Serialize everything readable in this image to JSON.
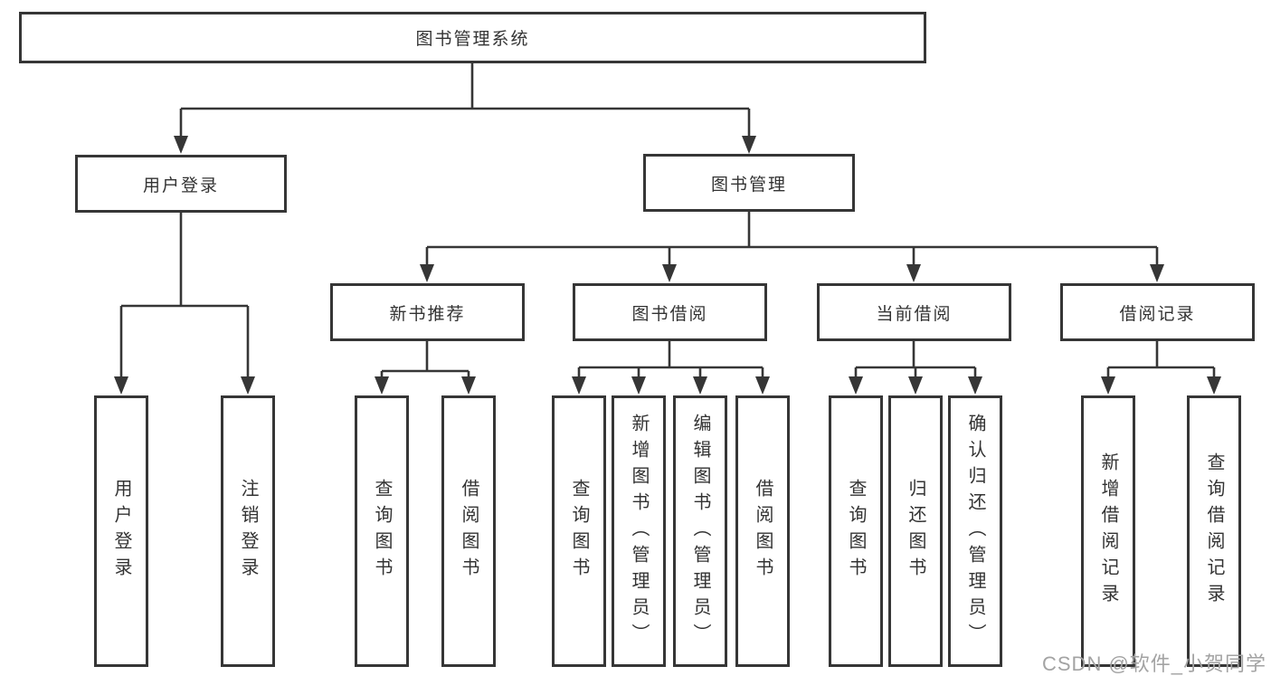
{
  "tree": {
    "label": "图书管理系统",
    "children": [
      {
        "label": "用户登录",
        "children": [
          {
            "label": "用户登录"
          },
          {
            "label": "注销登录"
          }
        ]
      },
      {
        "label": "图书管理",
        "children": [
          {
            "label": "新书推荐",
            "children": [
              {
                "label": "查询图书"
              },
              {
                "label": "借阅图书"
              }
            ]
          },
          {
            "label": "图书借阅",
            "children": [
              {
                "label": "查询图书"
              },
              {
                "label": "新增图书（管理员）"
              },
              {
                "label": "编辑图书（管理员）"
              },
              {
                "label": "借阅图书"
              }
            ]
          },
          {
            "label": "当前借阅",
            "children": [
              {
                "label": "查询图书"
              },
              {
                "label": "归还图书"
              },
              {
                "label": "确认归还（管理员）"
              }
            ]
          },
          {
            "label": "借阅记录",
            "children": [
              {
                "label": "新增借阅记录"
              },
              {
                "label": "查询借阅记录"
              }
            ]
          }
        ]
      }
    ]
  },
  "watermark": {
    "text": "CSDN @软件_小贺同学"
  },
  "colors": {
    "line": "#363636",
    "text": "#333333",
    "background": "#ffffff",
    "watermark": "#a3a3a3"
  }
}
